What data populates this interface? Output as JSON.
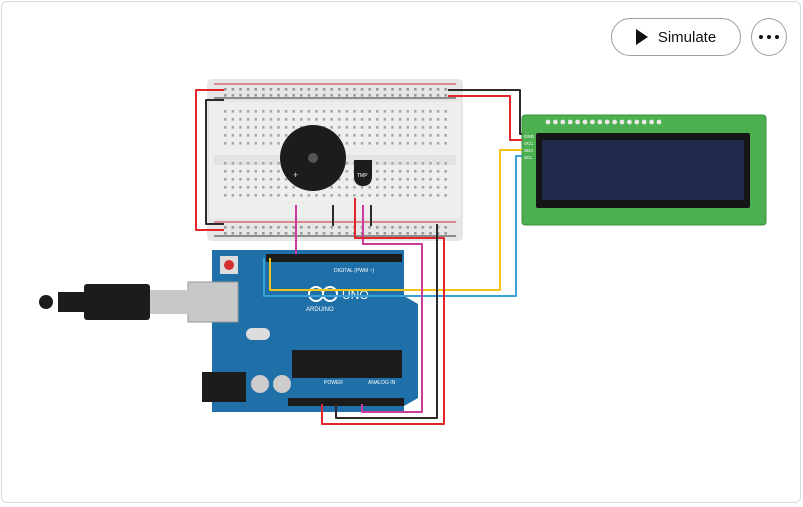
{
  "toolbar": {
    "simulate_label": "Simulate",
    "more_icon": "ellipsis-icon",
    "play_icon": "play-icon"
  },
  "board": {
    "logo_text": "UNO",
    "brand_text": "ARDUINO",
    "digital_label": "DIGITAL (PWM ~)",
    "power_label": "POWER",
    "analog_label": "ANALOG IN"
  },
  "sensor": {
    "label": "TMP"
  },
  "lcd": {
    "pins": [
      "GND",
      "VCC",
      "SDA",
      "SCL"
    ]
  },
  "colors": {
    "board": "#1f6fa8",
    "wire_red": "#e0262a",
    "wire_black": "#2b2b2b",
    "wire_magenta": "#cc3a9d",
    "wire_yellow": "#f2c418",
    "wire_blue": "#3aa0d8",
    "lcd_pcb": "#4caf50",
    "lcd_screen": "#1f2a4a"
  }
}
